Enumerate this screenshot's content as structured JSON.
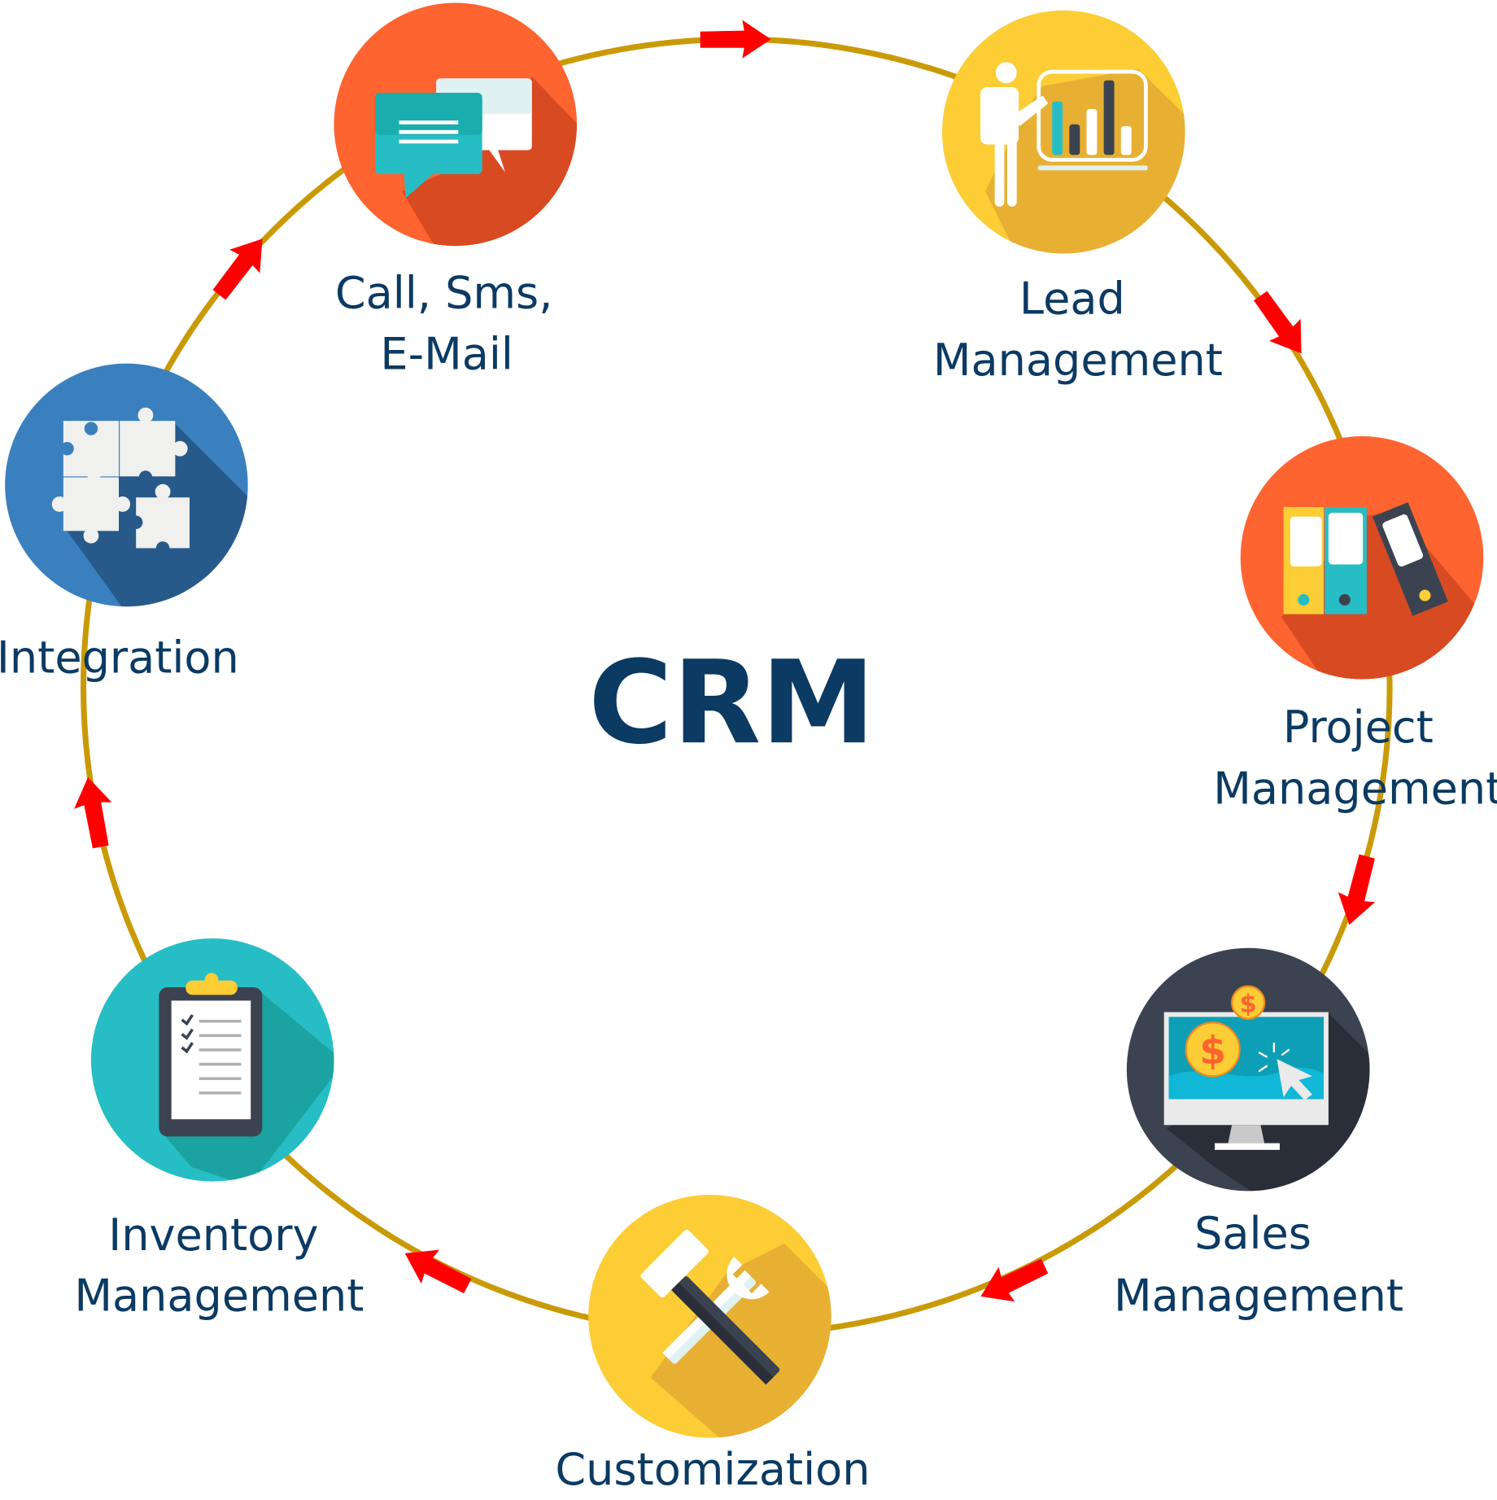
{
  "title": "CRM",
  "colors": {
    "ring": "#c99a06",
    "arrow": "#ff0000",
    "text": "#0b3a63",
    "orange": "#fe6430",
    "orange_shadow": "#d84a22",
    "yellow": "#fdcd36",
    "yellow_shadow": "#e8b033",
    "blue": "#3a80bf",
    "blue_shadow": "#275a8a",
    "teal": "#27bdc5",
    "teal_shadow": "#1ba3a1",
    "dark": "#3c4350",
    "dark_shadow": "#292e38"
  },
  "nodes": [
    {
      "id": "call-sms-email",
      "lines": [
        "Call, Sms,",
        "E-Mail"
      ],
      "icon": "chat-bubbles-icon"
    },
    {
      "id": "lead-management",
      "lines": [
        "Lead",
        "Management"
      ],
      "icon": "presentation-chart-icon"
    },
    {
      "id": "project-management",
      "lines": [
        "Project",
        "Management"
      ],
      "icon": "binders-icon"
    },
    {
      "id": "sales-management",
      "lines": [
        "Sales",
        "Management"
      ],
      "icon": "monitor-dollar-icon"
    },
    {
      "id": "customization",
      "lines": [
        "Customization"
      ],
      "icon": "wrench-hammer-icon"
    },
    {
      "id": "inventory-management",
      "lines": [
        "Inventory",
        "Management"
      ],
      "icon": "clipboard-checklist-icon"
    },
    {
      "id": "integration",
      "lines": [
        "Integration"
      ],
      "icon": "puzzle-icon"
    }
  ],
  "flow_direction": "clockwise"
}
